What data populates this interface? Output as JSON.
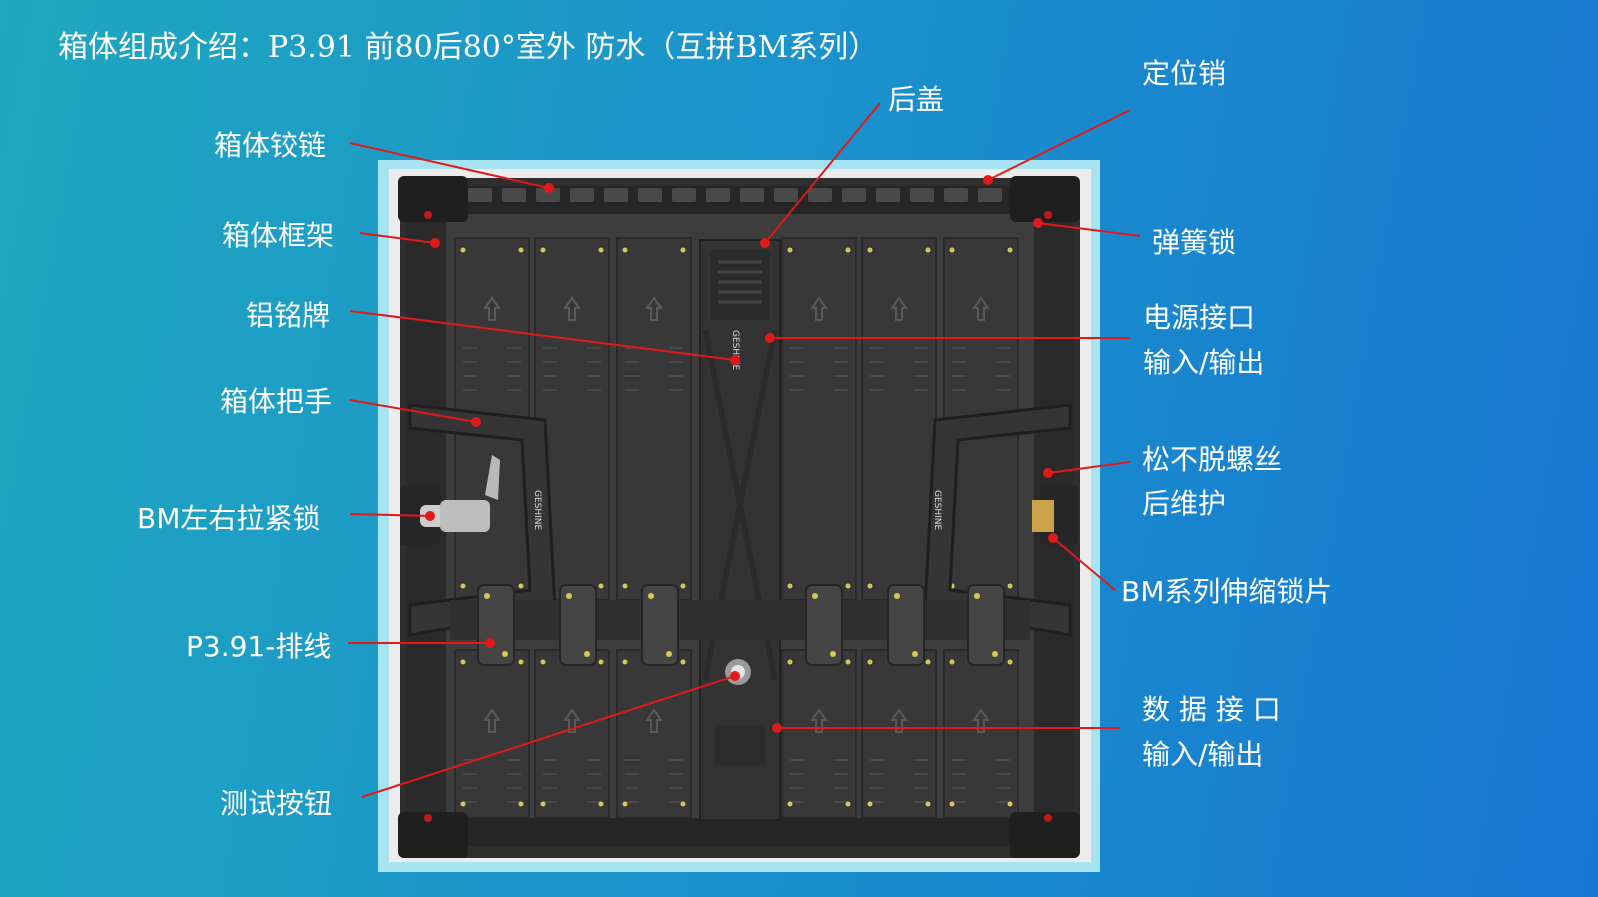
{
  "title": "箱体组成介绍：P3.91 前80后80°室外 防水（互拼BM系列）",
  "labels": {
    "hinge": "箱体铰链",
    "frame": "箱体框架",
    "nameplate": "铝铭牌",
    "handle": "箱体把手",
    "bm_lock": "BM左右拉紧锁",
    "ribbon_cable": "P3.91-排线",
    "test_button": "测试按钮",
    "back_cover": "后盖",
    "locating_pin": "定位销",
    "spring_lock": "弹簧锁",
    "power_interface_1": "电源接口",
    "power_interface_2": "输入/输出",
    "captive_screw_1": "松不脱螺丝",
    "captive_screw_2": "后维护",
    "bm_lock_plate": "BM系列伸缩锁片",
    "data_interface_1": "数 据 接 口",
    "data_interface_2": "输入/输出"
  },
  "brand_mark": "GESHINE",
  "colors": {
    "background_start": "#1fa7bf",
    "background_end": "#1677d2",
    "leader_line": "#e01a1a",
    "cabinet": "#3c3c3c",
    "frame_border": "#a8e3f2"
  }
}
